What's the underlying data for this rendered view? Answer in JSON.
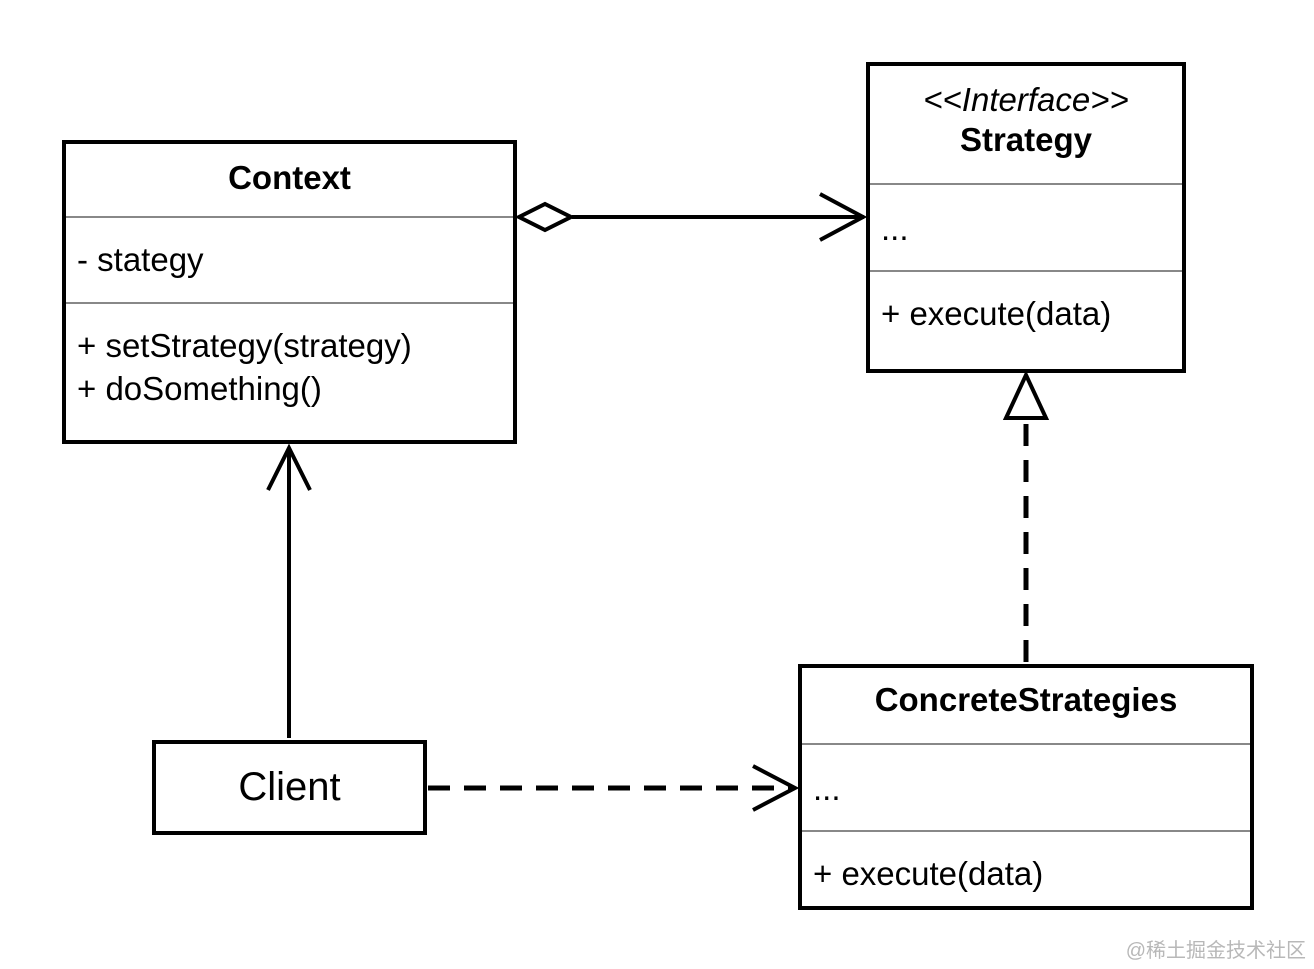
{
  "diagram": {
    "classes": {
      "context": {
        "name": "Context",
        "attributes": [
          "- stategy"
        ],
        "methods": [
          "+ setStrategy(strategy)",
          "+ doSomething()"
        ]
      },
      "strategy": {
        "stereotype": "<<Interface>>",
        "name": "Strategy",
        "attributes": [
          "..."
        ],
        "methods": [
          "+ execute(data)"
        ]
      },
      "concrete_strategies": {
        "name": "ConcreteStrategies",
        "attributes": [
          "..."
        ],
        "methods": [
          "+ execute(data)"
        ]
      },
      "client": {
        "name": "Client"
      }
    },
    "relationships": [
      {
        "from": "Context",
        "to": "Strategy",
        "type": "aggregation",
        "line": "solid"
      },
      {
        "from": "ConcreteStrategies",
        "to": "Strategy",
        "type": "realization",
        "line": "dashed"
      },
      {
        "from": "Client",
        "to": "Context",
        "type": "association",
        "line": "solid"
      },
      {
        "from": "Client",
        "to": "ConcreteStrategies",
        "type": "dependency",
        "line": "dashed"
      }
    ],
    "colors": {
      "stroke": "#000000",
      "divider": "#888888",
      "background": "#ffffff",
      "watermark": "#b8b8b8"
    }
  },
  "watermark": "@稀土掘金技术社区"
}
